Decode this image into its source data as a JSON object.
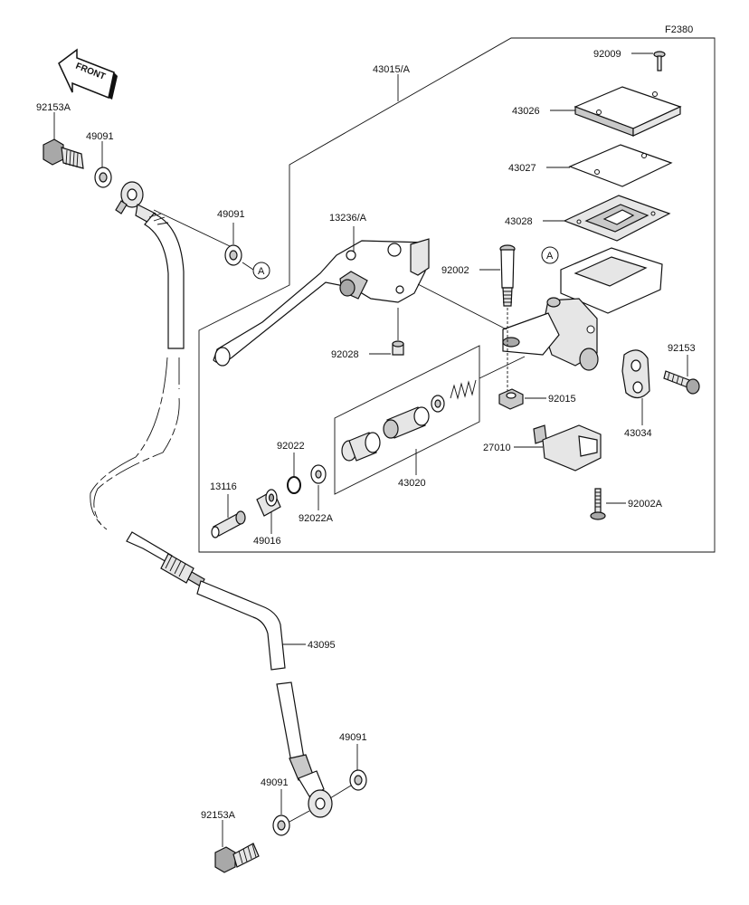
{
  "figure": {
    "code": "F2380",
    "front_label": "FRONT",
    "ref_marker": "A"
  },
  "parts": {
    "p92153A_top": "92153A",
    "p49091_top": "49091",
    "p49091_banjo": "49091",
    "p43015A": "43015/A",
    "p13236A": "13236/A",
    "p92009": "92009",
    "p43026": "43026",
    "p43027": "43027",
    "p43028": "43028",
    "p92002": "92002",
    "p92028": "92028",
    "p92153": "92153",
    "p92015": "92015",
    "p43034": "43034",
    "p27010": "27010",
    "p92002A": "92002A",
    "p43020": "43020",
    "p92022": "92022",
    "p92022A": "92022A",
    "p13116": "13116",
    "p49016": "49016",
    "p43095": "43095",
    "p49091_bot_right": "49091",
    "p49091_bot_left": "49091",
    "p92153A_bot": "92153A"
  }
}
